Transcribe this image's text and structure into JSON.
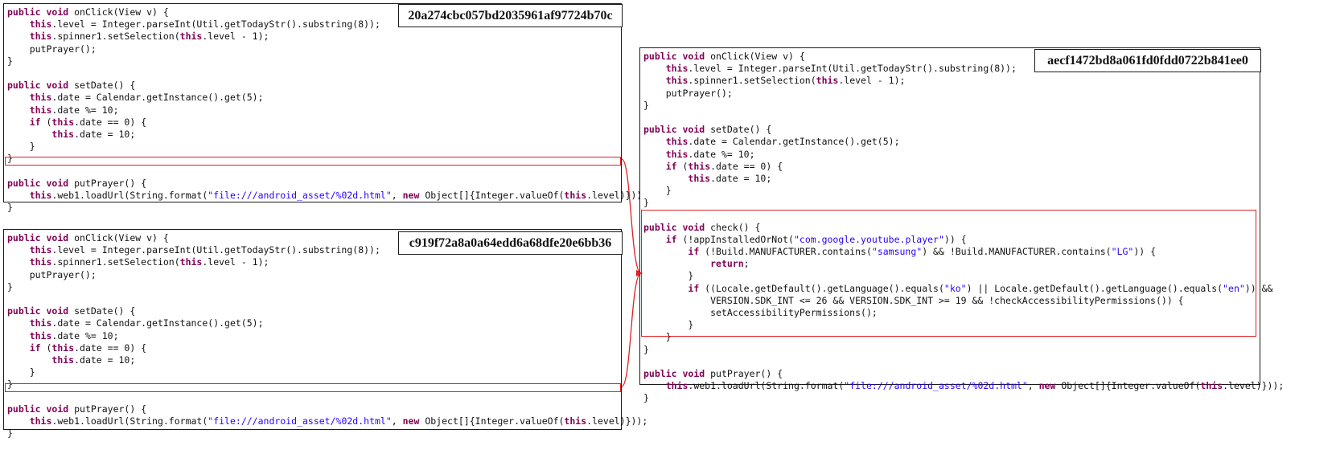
{
  "panels": [
    {
      "hash": "20a274cbc057bd2035961af97724b70c",
      "lines": [
        "@@kw:public@@ @@kw:void@@ onClick(View v) {",
        "    @@kw:this@@.level = Integer.parseInt(Util.getTodayStr().substring(8));",
        "    @@kw:this@@.spinner1.setSelection(@@kw:this@@.level - 1);",
        "    putPrayer();",
        "}",
        "",
        "@@kw:public@@ @@kw:void@@ setDate() {",
        "    @@kw:this@@.date = Calendar.getInstance().get(5);",
        "    @@kw:this@@.date %= 10;",
        "    @@kw:if@@ (@@kw:this@@.date == 0) {",
        "        @@kw:this@@.date = 10;",
        "    }",
        "}",
        "",
        "@@kw:public@@ @@kw:void@@ putPrayer() {",
        "    @@kw:this@@.web1.loadUrl(String.format(@@str:\"file:///android_asset/%02d.html\"@@, @@kw:new@@ Object[]{Integer.valueOf(@@kw:this@@.level)}));",
        "}"
      ]
    },
    {
      "hash": "c919f72a8a0a64edd6a68dfe20e6bb36",
      "lines": [
        "@@kw:public@@ @@kw:void@@ onClick(View v) {",
        "    @@kw:this@@.level = Integer.parseInt(Util.getTodayStr().substring(8));",
        "    @@kw:this@@.spinner1.setSelection(@@kw:this@@.level - 1);",
        "    putPrayer();",
        "}",
        "",
        "@@kw:public@@ @@kw:void@@ setDate() {",
        "    @@kw:this@@.date = Calendar.getInstance().get(5);",
        "    @@kw:this@@.date %= 10;",
        "    @@kw:if@@ (@@kw:this@@.date == 0) {",
        "        @@kw:this@@.date = 10;",
        "    }",
        "}",
        "",
        "@@kw:public@@ @@kw:void@@ putPrayer() {",
        "    @@kw:this@@.web1.loadUrl(String.format(@@str:\"file:///android_asset/%02d.html\"@@, @@kw:new@@ Object[]{Integer.valueOf(@@kw:this@@.level)}));",
        "}"
      ]
    },
    {
      "hash": "aecf1472bd8a061fd0fdd0722b841ee0",
      "lines": [
        "@@kw:public@@ @@kw:void@@ onClick(View v) {",
        "    @@kw:this@@.level = Integer.parseInt(Util.getTodayStr().substring(8));",
        "    @@kw:this@@.spinner1.setSelection(@@kw:this@@.level - 1);",
        "    putPrayer();",
        "}",
        "",
        "@@kw:public@@ @@kw:void@@ setDate() {",
        "    @@kw:this@@.date = Calendar.getInstance().get(5);",
        "    @@kw:this@@.date %= 10;",
        "    @@kw:if@@ (@@kw:this@@.date == 0) {",
        "        @@kw:this@@.date = 10;",
        "    }",
        "}",
        "",
        "@@kw:public@@ @@kw:void@@ check() {",
        "    @@kw:if@@ (!appInstalledOrNot(@@str:\"com.google.youtube.player\"@@)) {",
        "        @@kw:if@@ (!Build.MANUFACTURER.contains(@@str:\"samsung\"@@) && !Build.MANUFACTURER.contains(@@str:\"LG\"@@)) {",
        "            @@kw:return@@;",
        "        }",
        "        @@kw:if@@ ((Locale.getDefault().getLanguage().equals(@@str:\"ko\"@@) || Locale.getDefault().getLanguage().equals(@@str:\"en\"@@)) &&",
        "            VERSION.SDK_INT <= 26 && VERSION.SDK_INT >= 19 && !checkAccessibilityPermissions()) {",
        "            setAccessibilityPermissions();",
        "        }",
        "    }",
        "}",
        "",
        "@@kw:public@@ @@kw:void@@ putPrayer() {",
        "    @@kw:this@@.web1.loadUrl(String.format(@@str:\"file:///android_asset/%02d.html\"@@, @@kw:new@@ Object[]{Integer.valueOf(@@kw:this@@.level)}));",
        "}"
      ]
    }
  ],
  "colors": {
    "keyword": "#7f0055",
    "string": "#2a00ff",
    "highlight": "#e02020",
    "border": "#1a1a1a"
  }
}
